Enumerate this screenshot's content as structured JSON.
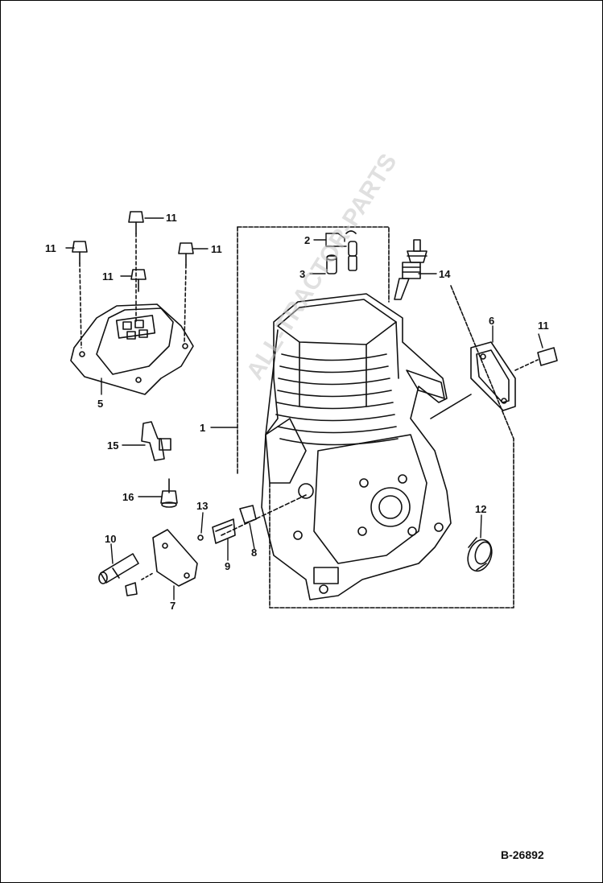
{
  "diagram": {
    "code": "B-26892",
    "watermark": "ALL-TRACTOR-PARTS",
    "callouts": {
      "c1": "1",
      "c2": "2",
      "c3": "3",
      "c5": "5",
      "c6": "6",
      "c7": "7",
      "c8": "8",
      "c9": "9",
      "c10": "10",
      "c11a": "11",
      "c11b": "11",
      "c11c": "11",
      "c11d": "11",
      "c11e": "11",
      "c12": "12",
      "c13": "13",
      "c14": "14",
      "c15": "15",
      "c16": "16"
    }
  },
  "colors": {
    "line": "#111111",
    "paper": "#ffffff",
    "watermark": "#c8c8c8"
  }
}
